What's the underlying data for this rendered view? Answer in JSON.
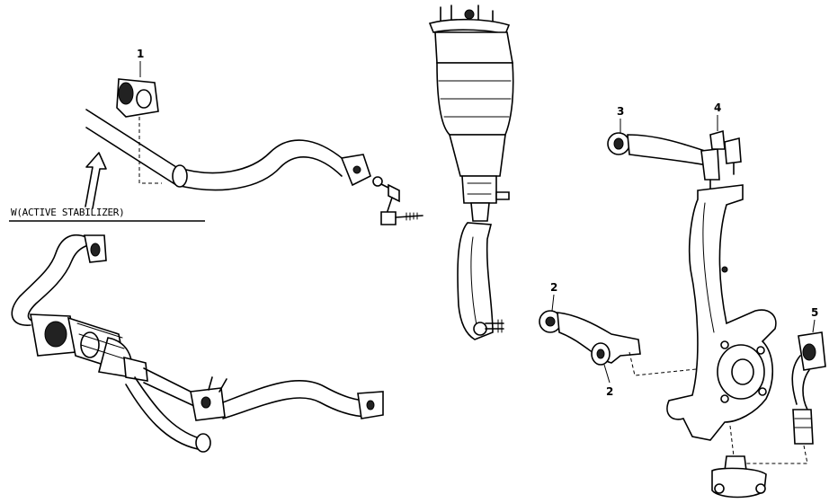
{
  "caption": {
    "text": "W(ACTIVE STABILIZER)"
  },
  "callouts": [
    {
      "id": "callout-1",
      "label": "1"
    },
    {
      "id": "callout-2a",
      "label": "2"
    },
    {
      "id": "callout-2b",
      "label": "2"
    },
    {
      "id": "callout-3",
      "label": "3"
    },
    {
      "id": "callout-4",
      "label": "4"
    },
    {
      "id": "callout-5",
      "label": "5"
    }
  ]
}
